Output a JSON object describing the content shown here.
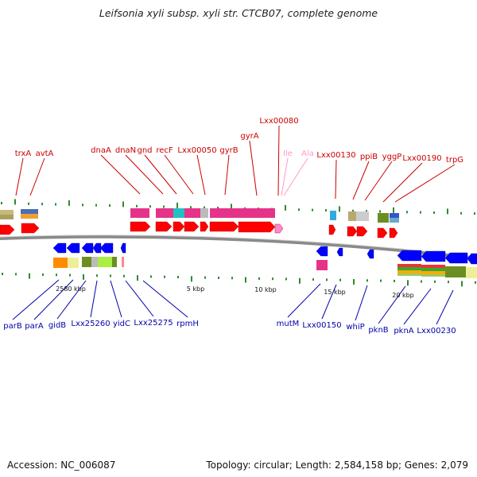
{
  "title": "Leifsonia xyli subsp. xyli str. CTCB07, complete genome",
  "footer": {
    "accession": "Accession: NC_006087",
    "summary": "Topology: circular; Length: 2,584,158 bp; Genes: 2,079"
  },
  "colors": {
    "forward_label": "#cc0000",
    "reverse_label": "#0000aa",
    "rna_label": "#ff99cc",
    "forward_arrow": "#ff0000",
    "reverse_arrow": "#0000ff",
    "tick": "#2e8b2e",
    "backbone": "#999999"
  },
  "scale_labels": [
    {
      "text": "2580 kbp"
    },
    {
      "text": "5 kbp"
    },
    {
      "text": "10 kbp"
    },
    {
      "text": "15 kbp"
    },
    {
      "text": "20 kbp"
    }
  ],
  "top_labels": [
    {
      "text": "trxA"
    },
    {
      "text": "avtA"
    },
    {
      "text": "dnaA"
    },
    {
      "text": "dnaN"
    },
    {
      "text": "gnd"
    },
    {
      "text": "recF"
    },
    {
      "text": "Lxx00050"
    },
    {
      "text": "gyrB"
    },
    {
      "text": "gyrA"
    },
    {
      "text": "Lxx00080"
    },
    {
      "text": "Ile"
    },
    {
      "text": "Ala"
    },
    {
      "text": "Lxx00130"
    },
    {
      "text": "ppiB"
    },
    {
      "text": "yggP"
    },
    {
      "text": "Lxx00190"
    },
    {
      "text": "trpG"
    }
  ],
  "bottom_labels": [
    {
      "text": "parB"
    },
    {
      "text": "parA"
    },
    {
      "text": "gidB"
    },
    {
      "text": "Lxx25260"
    },
    {
      "text": "yidC"
    },
    {
      "text": "Lxx25275"
    },
    {
      "text": "rpmH"
    },
    {
      "text": "mutM"
    },
    {
      "text": "Lxx00150"
    },
    {
      "text": "whiP"
    },
    {
      "text": "pknB"
    },
    {
      "text": "pknA"
    },
    {
      "text": "Lxx00230"
    }
  ]
}
